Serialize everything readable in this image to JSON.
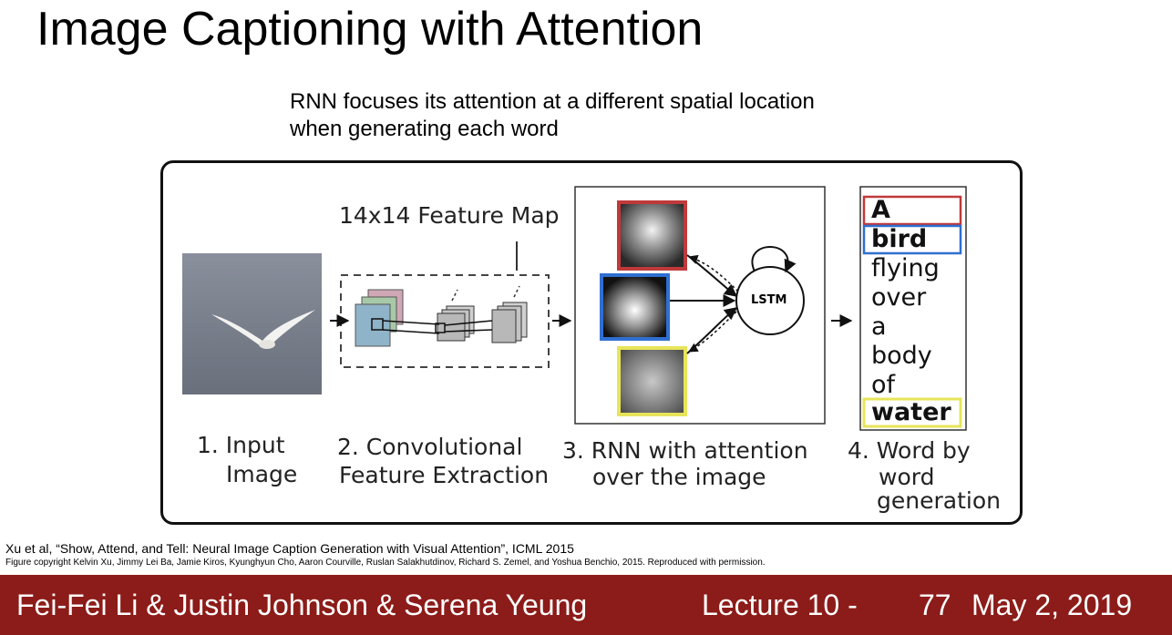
{
  "slide": {
    "title": "Image Captioning with Attention",
    "subtitle_line1": "RNN focuses its attention at a different spatial location",
    "subtitle_line2": "when generating each word"
  },
  "diagram": {
    "feature_map_label": "14x14 Feature Map",
    "lstm_label": "LSTM",
    "step1_line1": "1. Input",
    "step1_line2": "Image",
    "step2_line1": "2. Convolutional",
    "step2_line2": "Feature Extraction",
    "step3_line1": "3. RNN with attention",
    "step3_line2": "over the image",
    "step4_line1": "4. Word by",
    "step4_line2": "word",
    "step4_line3": "generation",
    "words": [
      "A",
      "bird",
      "flying",
      "over",
      "a",
      "body",
      "of",
      "water"
    ],
    "attention_colors": {
      "red": "#c0393b",
      "blue": "#2f6fd0",
      "yellow": "#e8e45a"
    }
  },
  "citation": {
    "line1": "Xu et al, “Show, Attend, and Tell: Neural Image Caption Generation with Visual Attention”, ICML 2015",
    "line2": "Figure copyright Kelvin Xu, Jimmy Lei Ba, Jamie Kiros, Kyunghyun Cho, Aaron Courville, Ruslan Salakhutdinov, Richard S. Zemel, and Yoshua Benchio, 2015. Reproduced with permission."
  },
  "footer": {
    "authors": "Fei-Fei Li & Justin Johnson & Serena Yeung",
    "lecture": "Lecture 10 -",
    "page": "77",
    "date": "May 2, 2019",
    "background_color": "#8c1c19"
  }
}
